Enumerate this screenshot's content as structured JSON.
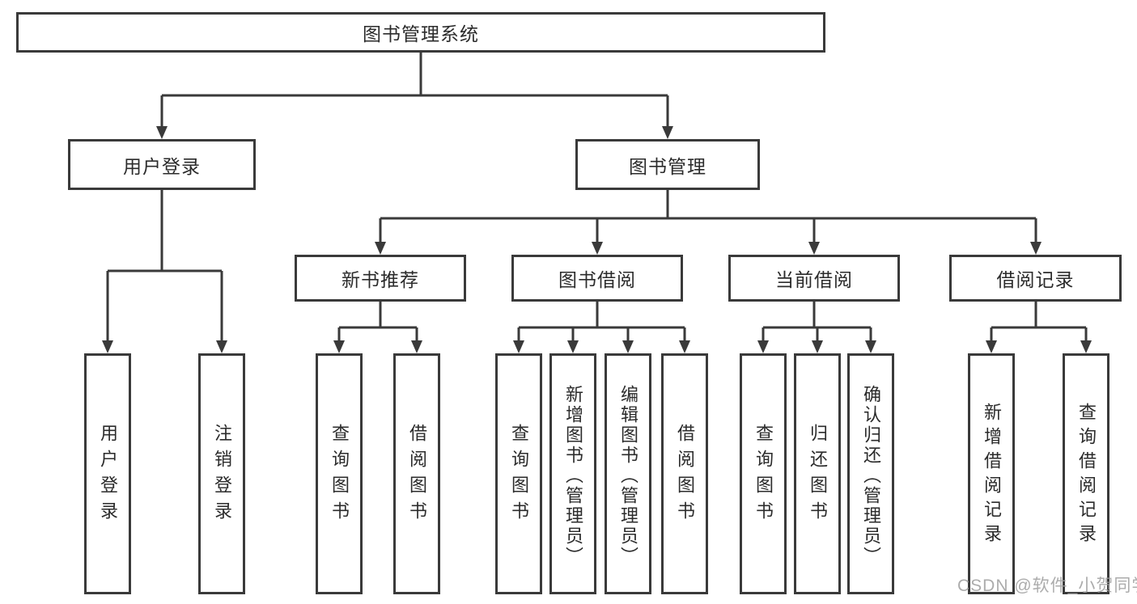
{
  "diagram": {
    "nodes": {
      "root": "图书管理系统",
      "user_login": "用户登录",
      "book_mgmt": "图书管理",
      "new_book_rec": "新书推荐",
      "book_borrow": "图书借阅",
      "current_borrow": "当前借阅",
      "borrow_records": "借阅记录",
      "leaf_user_login": "用户登录",
      "leaf_logout": "注销登录",
      "leaf_query_book_1": "查询图书",
      "leaf_borrow_book_1": "借阅图书",
      "leaf_query_book_2": "查询图书",
      "leaf_add_book": "新增图书（管理员）",
      "leaf_edit_book": "编辑图书（管理员）",
      "leaf_borrow_book_2": "借阅图书",
      "leaf_query_book_3": "查询图书",
      "leaf_return_book": "归还图书",
      "leaf_confirm_return": "确认归还（管理员）",
      "leaf_add_record": "新增借阅记录",
      "leaf_query_record": "查询借阅记录"
    },
    "watermark": "CSDN @软件_小贺同学",
    "colors": {
      "line": "#3a3a3a",
      "text": "#2b2b2b",
      "watermark": "#9e9e9e",
      "background": "#ffffff"
    }
  }
}
